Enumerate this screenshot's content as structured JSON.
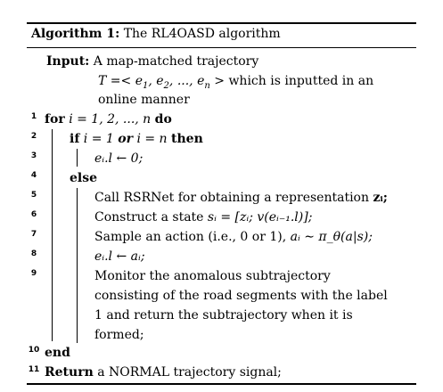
{
  "caption": {
    "label": "Algorithm 1:",
    "title": "The RL4OASD algorithm"
  },
  "input": {
    "label": "Input:",
    "lines": [
      "A map-matched trajectory",
      "which is inputted in an",
      "online manner"
    ],
    "formula_T": "T =< e",
    "formula_rest": "> "
  },
  "lines": [
    {
      "num": "1",
      "kw": "for",
      "math": "i = 1, 2, ..., n",
      "kw2": "do"
    },
    {
      "num": "2",
      "kw": "if",
      "math_a": "i = 1",
      "kwi": "or",
      "math_b": "i = n",
      "kw2": "then"
    },
    {
      "num": "3",
      "math": "eᵢ.l ← 0;"
    },
    {
      "num": "4",
      "kw": "else"
    },
    {
      "num": "5",
      "text": "Call RSRNet for obtaining a representation",
      "math": "zᵢ;"
    },
    {
      "num": "6",
      "text": "Construct a state",
      "math": "sᵢ = [zᵢ; v(eᵢ₋₁.l)];"
    },
    {
      "num": "7",
      "text": "Sample an action (i.e., 0 or 1),",
      "math": "aᵢ ∼ π_θ(a|s);"
    },
    {
      "num": "8",
      "math": "eᵢ.l ← aᵢ;"
    },
    {
      "num": "9",
      "text_lines": [
        "Monitor the anomalous subtrajectory",
        "consisting of the road segments with the label",
        "1 and return the subtrajectory when it is",
        "formed;"
      ]
    },
    {
      "num": "10",
      "kw": "end"
    },
    {
      "num": "11",
      "kw": "Return",
      "text": "a NORMAL trajectory signal;"
    }
  ]
}
